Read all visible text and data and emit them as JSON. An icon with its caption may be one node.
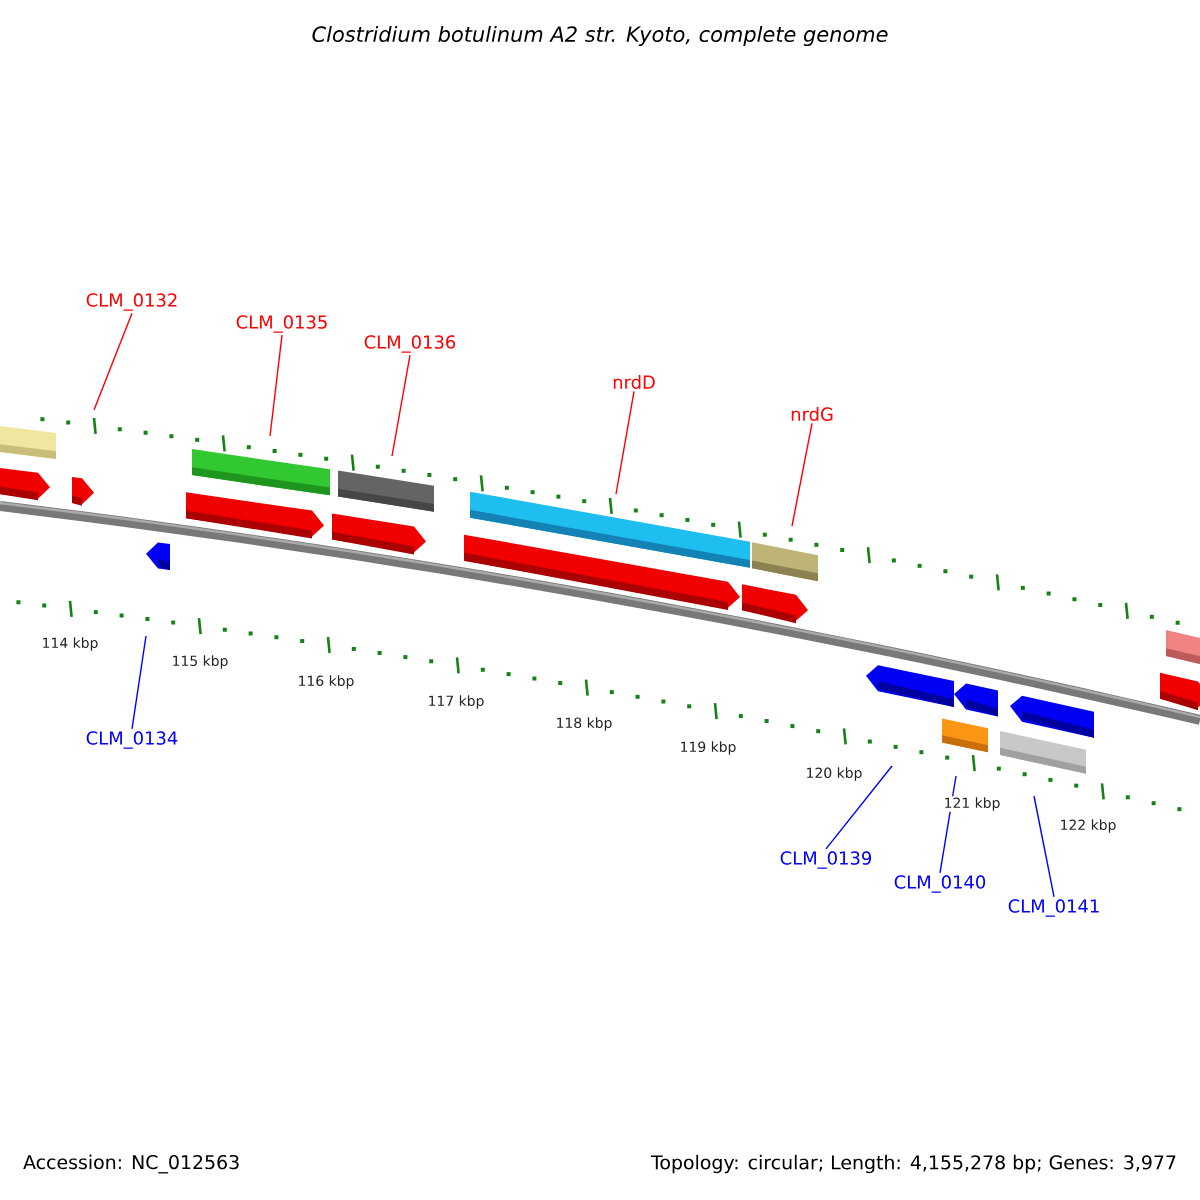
{
  "diagram": {
    "title": "Clostridium botulinum A2 str. Kyoto, complete genome",
    "nodes": [
      {
        "text": [
          "CLM_0132"
        ]
      },
      {
        "text": [
          "CLM_0135"
        ]
      },
      {
        "text": [
          "CLM_0136"
        ]
      },
      {
        "text": [
          "nrdD"
        ]
      },
      {
        "text": [
          "nrdG"
        ]
      },
      {
        "text": [
          "CLM_0134"
        ]
      },
      {
        "text": [
          "CLM_0139"
        ]
      },
      {
        "text": [
          "CLM_0140"
        ]
      },
      {
        "text": [
          "CLM_0141"
        ]
      }
    ],
    "edges": [
      {
        "from": 0,
        "to": null,
        "arrow": "none"
      },
      {
        "from": 1,
        "to": null,
        "arrow": "none"
      },
      {
        "from": 2,
        "to": null,
        "arrow": "none"
      },
      {
        "from": 3,
        "to": null,
        "arrow": "none"
      },
      {
        "from": 4,
        "to": null,
        "arrow": "none"
      },
      {
        "from": 5,
        "to": null,
        "arrow": "none",
        "color": "#0000ff"
      },
      {
        "from": 6,
        "to": null,
        "arrow": "none",
        "color": "#0000ff"
      },
      {
        "from": 7,
        "to": null,
        "arrow": "none",
        "color": "#0000ff"
      },
      {
        "from": 8,
        "to": null,
        "arrow": "none",
        "color": "#0000ff"
      }
    ],
    "labels": [
      "114 kbp",
      "115 kbp",
      "116 kbp",
      "117 kbp",
      "118 kbp",
      "119 kbp",
      "120 kbp",
      "121 kbp",
      "122 kbp",
      "Accession: NC_012563",
      "Topology: circular; Length: 4,155,278 bp; Genes: 3,977"
    ]
  }
}
